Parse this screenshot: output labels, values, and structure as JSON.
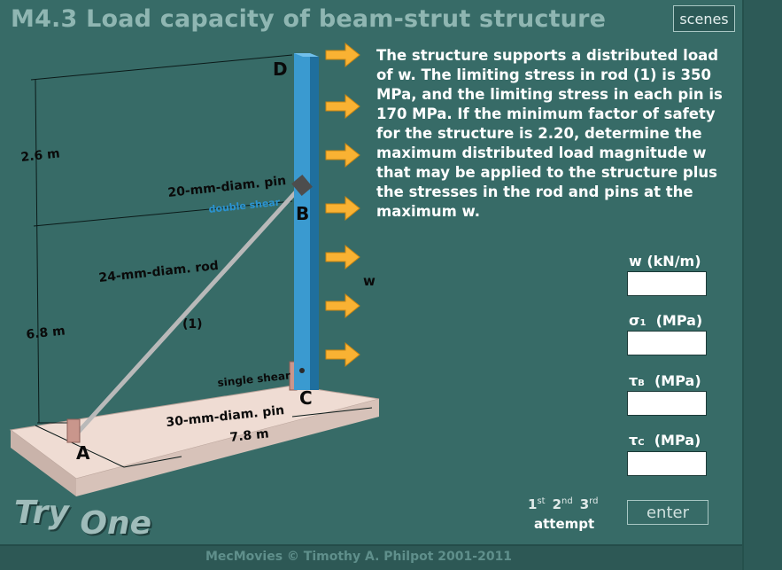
{
  "title": "M4.3 Load capacity of beam-strut structure",
  "scenes_label": "scenes",
  "footer": "MecMovies © Timothy A. Philpot 2001-2011",
  "problem_text": "The structure supports a distributed load of w.  The limiting stress in rod (1) is 350 MPa, and the limiting stress in each pin is 170 MPa.  If the minimum factor of safety for the structure is 2.20, determine the maximum distributed load magnitude w that may be applied to the structure plus the stresses in the rod and pins at the maximum w.",
  "diagram": {
    "point_d": "D",
    "point_b": "B",
    "point_c": "C",
    "point_a": "A",
    "dim_upper": "2.6 m",
    "dim_lower": "6.8 m",
    "dim_base": "7.8 m",
    "pin_b": "20-mm-diam. pin",
    "shear_b": "double shear",
    "rod": "24-mm-diam. rod",
    "rod_number": "(1)",
    "shear_c": "single shear",
    "pin_c": "30-mm-diam. pin",
    "load_label": "w"
  },
  "answers": {
    "w_label": "w  (kN/m)",
    "sigma_symbol": "σ",
    "sigma_sub": "1",
    "sigma_units": "  (MPa)",
    "tauB_symbol": "τ",
    "tauB_sub": "B",
    "tauB_units": "  (MPa)",
    "tauC_symbol": "τ",
    "tauC_sub": "C",
    "tauC_units": "  (MPa)"
  },
  "attempts": {
    "first": "1",
    "first_sup": "st",
    "second": "2",
    "second_sup": "nd",
    "third": "3",
    "third_sup": "rd",
    "label": "attempt"
  },
  "enter_label": "enter",
  "try_label": "Try",
  "one_label": "One",
  "colors": {
    "background": "#376b67",
    "column": "#3a9ad0",
    "arrow": "#f9b233",
    "base": "#e8d6cf"
  }
}
